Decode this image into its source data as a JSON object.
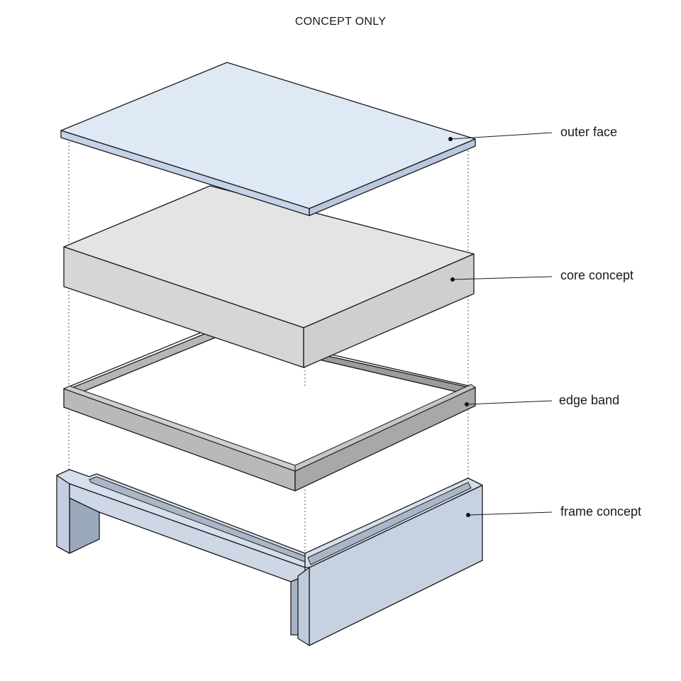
{
  "header": {
    "title": "CONCEPT ONLY"
  },
  "layers": [
    {
      "id": "outer-face",
      "label": "outer face",
      "top_color": "#dfe8f5",
      "side_color": "#c5d3e8"
    },
    {
      "id": "core",
      "label": "core concept",
      "top_color": "#e4e4e4",
      "side_color": "#d2d2d2"
    },
    {
      "id": "edge-band",
      "label": "edge band",
      "top_color": "#a9a9a9",
      "side_color": "#b9b9b9"
    },
    {
      "id": "frame",
      "label": "frame concept",
      "top_color": "#d2dcea",
      "side_color": "#c6d2e2"
    }
  ]
}
